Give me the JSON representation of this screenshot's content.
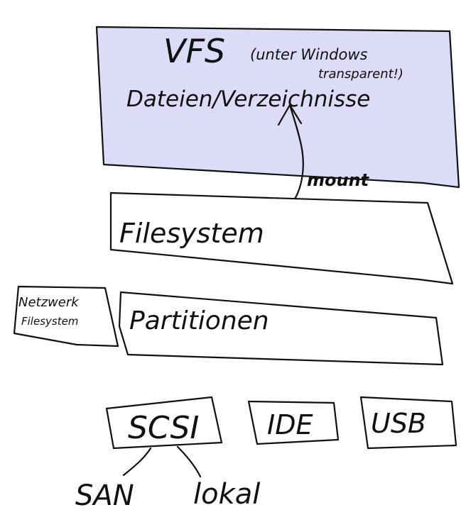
{
  "vfs": {
    "title": "VFS",
    "note_line1": "(unter Windows",
    "note_line2": "transparent!)",
    "content": "Dateien/Verzeichnisse",
    "fill_color": "#dcdcf8"
  },
  "mount_label": "mount",
  "filesystem": {
    "label": "Filesystem"
  },
  "network_fs": {
    "line1": "Netzwerk",
    "line2": "Filesystem"
  },
  "partitionen": {
    "label": "Partitionen"
  },
  "buses": {
    "scsi": "SCSI",
    "ide": "IDE",
    "usb": "USB"
  },
  "scsi_children": {
    "san": "SAN",
    "lokal": "lokal"
  }
}
